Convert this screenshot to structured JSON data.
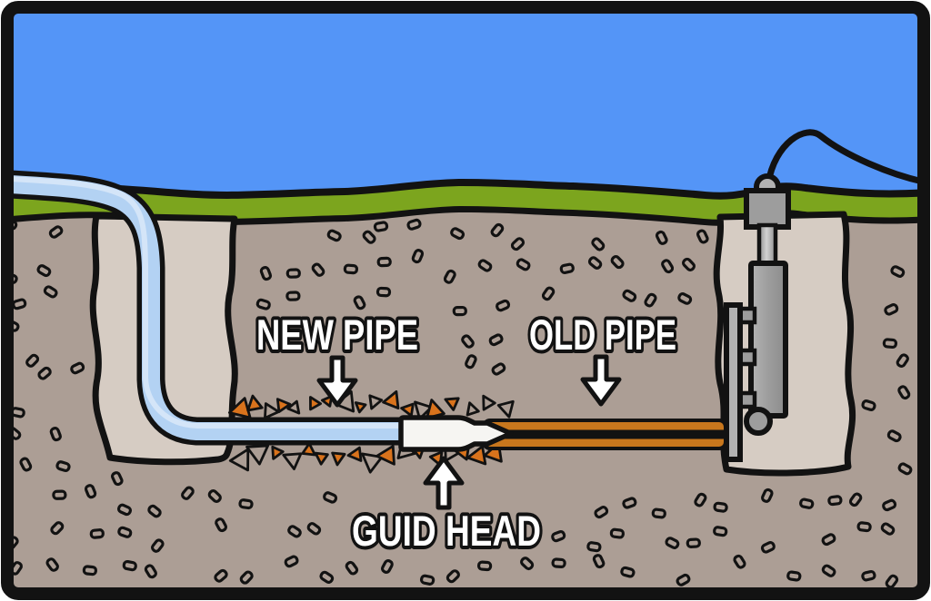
{
  "labels": {
    "new_pipe": "NEW PIPE",
    "old_pipe": "OLD PIPE",
    "guide_head": "GUID HEAD"
  },
  "colors": {
    "sky": "#5495F7",
    "grass": "#7CA51E",
    "soil": "#AC9E95",
    "pit": "#D6CCC3",
    "outline": "#121212",
    "new_pipe": "#B3D2F3",
    "new_pipe_highlight": "#D4E5F8",
    "old_pipe": "#C8771D",
    "debris_orange": "#D9731C",
    "guide_head": "#F6F5F2",
    "machine_gray": "#9D9D9D",
    "machine_light": "#B2B2B2",
    "label_text": "#FFFFFF"
  }
}
